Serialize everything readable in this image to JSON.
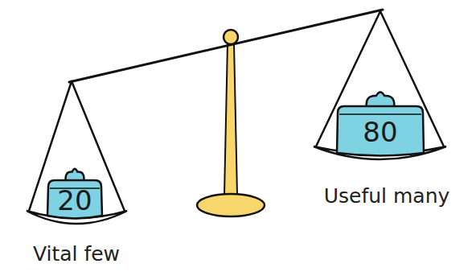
{
  "diagram": {
    "nodes": [
      {
        "text": [
          "20"
        ]
      },
      {
        "text": [
          "80"
        ]
      }
    ],
    "labels": [
      "Vital few",
      "Useful many"
    ]
  }
}
